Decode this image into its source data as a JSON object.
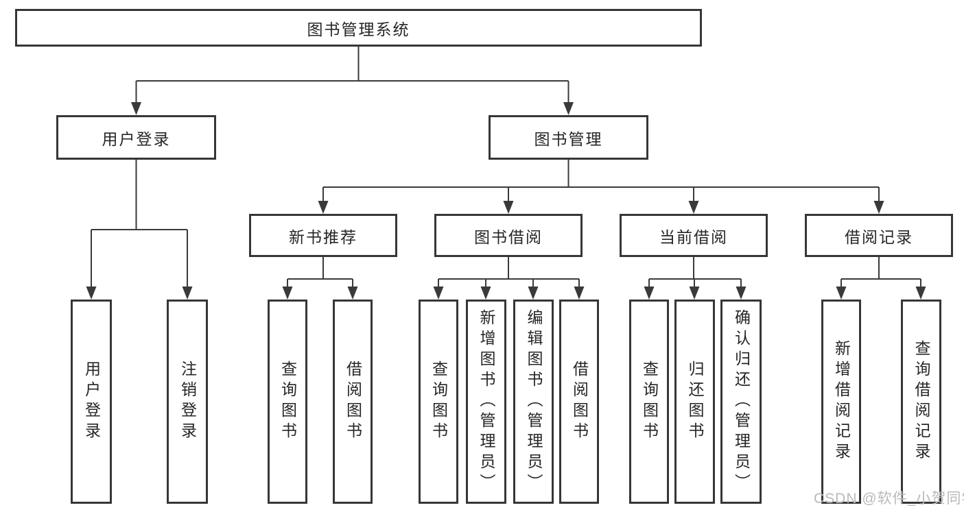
{
  "diagram": {
    "root": {
      "label": "图书管理系统"
    },
    "level2": [
      {
        "label": "用户登录"
      },
      {
        "label": "图书管理"
      }
    ],
    "level3": [
      {
        "label": "新书推荐",
        "parent": "图书管理"
      },
      {
        "label": "图书借阅",
        "parent": "图书管理"
      },
      {
        "label": "当前借阅",
        "parent": "图书管理"
      },
      {
        "label": "借阅记录",
        "parent": "图书管理"
      }
    ],
    "leaves": [
      {
        "label": "用户登录",
        "parent": "用户登录"
      },
      {
        "label": "注销登录",
        "parent": "用户登录"
      },
      {
        "label": "查询图书",
        "parent": "新书推荐"
      },
      {
        "label": "借阅图书",
        "parent": "新书推荐"
      },
      {
        "label": "查询图书",
        "parent": "图书借阅"
      },
      {
        "label": "新增图书（管理员）",
        "parent": "图书借阅"
      },
      {
        "label": "编辑图书（管理员）",
        "parent": "图书借阅"
      },
      {
        "label": "借阅图书",
        "parent": "图书借阅"
      },
      {
        "label": "查询图书",
        "parent": "当前借阅"
      },
      {
        "label": "归还图书",
        "parent": "当前借阅"
      },
      {
        "label": "确认归还（管理员）",
        "parent": "当前借阅"
      },
      {
        "label": "新增借阅记录",
        "parent": "借阅记录"
      },
      {
        "label": "查询借阅记录",
        "parent": "借阅记录"
      }
    ]
  },
  "watermark": {
    "text": "CSDN @软件_小贺同学"
  },
  "colors": {
    "line": "#3a3a3a",
    "border": "#363636",
    "text": "#262626",
    "background": "#ffffff",
    "watermark": "#b9b9b9"
  }
}
